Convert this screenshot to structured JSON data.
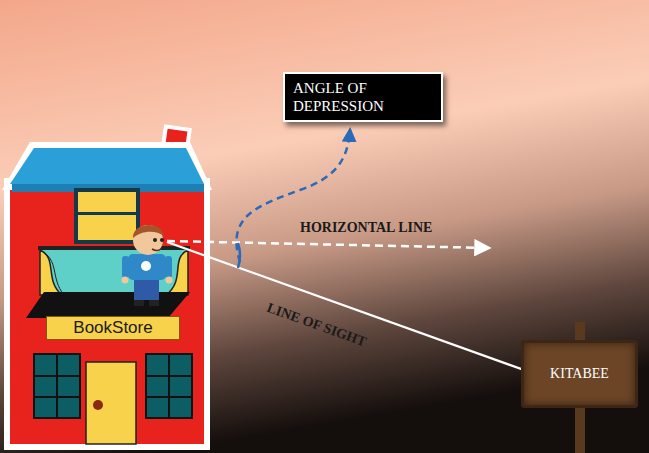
{
  "diagram": {
    "nodes": [
      {
        "text": [
          "ANGLE OF DEPRESSION"
        ]
      },
      {
        "text": [
          "BookStore"
        ]
      },
      {
        "text": [
          "KITABEE"
        ]
      }
    ],
    "labels": [
      "HORIZONTAL LINE",
      "LINE OF SIGHT"
    ]
  }
}
